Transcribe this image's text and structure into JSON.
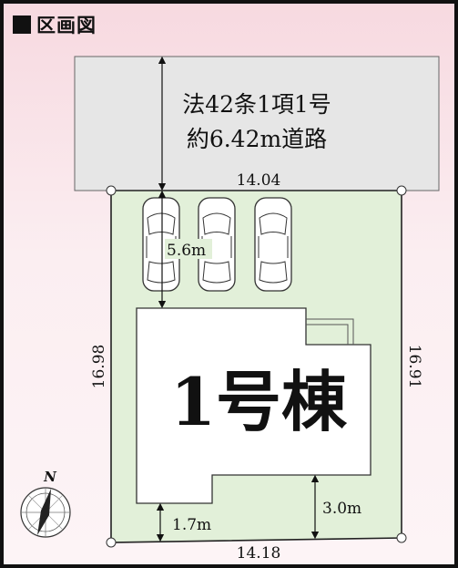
{
  "title": "区画図",
  "road": {
    "line1": "法42条1項1号",
    "line2": "約6.42m道路"
  },
  "dimensions": {
    "top": "14.04",
    "bottom": "14.18",
    "left": "16.98",
    "right": "16.91",
    "parking_depth": "5.6m",
    "setback_front": "3.0m",
    "setback_side": "1.7m"
  },
  "building_label": "1号棟",
  "compass_label": "N",
  "parking_spaces": 3,
  "colors": {
    "lot": "#e2f0d9",
    "road": "#e6e6e6",
    "building": "#ffffff",
    "outline": "#222222"
  }
}
